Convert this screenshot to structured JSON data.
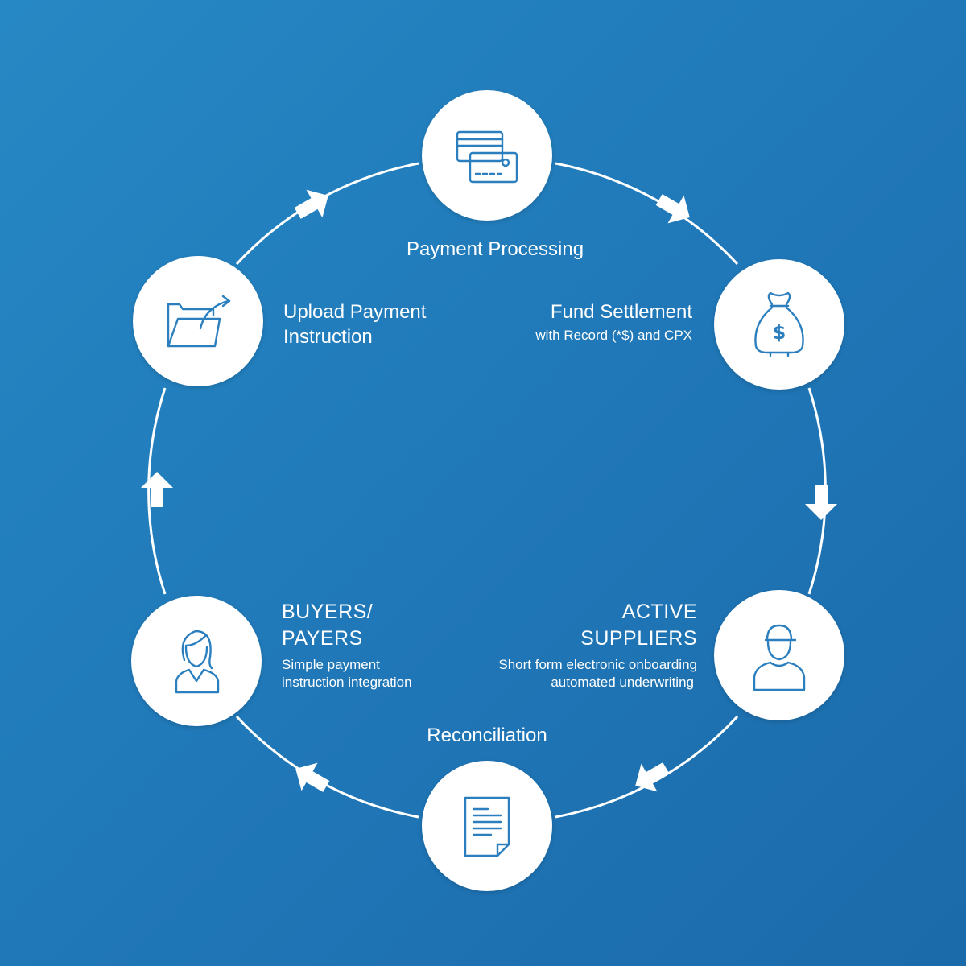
{
  "colors": {
    "background_start": "#2688c4",
    "background_end": "#1b6aaa",
    "accent": "#ffffff",
    "icon": "#2b7fbe"
  },
  "steps": {
    "payment_processing": {
      "icon": "credit-card-icon",
      "title": "Payment Processing"
    },
    "fund_settlement": {
      "icon": "money-bag-icon",
      "title": "Fund Settlement",
      "subtitle": "with Record (*$) and CPX"
    },
    "active_suppliers": {
      "icon": "worker-icon",
      "title_line1": "ACTIVE",
      "title_line2": "SUPPLIERS",
      "subtitle_line1": "Short form electronic onboarding",
      "subtitle_line2": "automated underwriting"
    },
    "reconciliation": {
      "icon": "document-icon",
      "title": "Reconciliation"
    },
    "buyers_payers": {
      "icon": "woman-user-icon",
      "title_line1": "BUYERS/",
      "title_line2": "PAYERS",
      "subtitle_line1": "Simple payment",
      "subtitle_line2": "instruction integration"
    },
    "upload_instruction": {
      "icon": "folder-upload-icon",
      "title_line1": "Upload Payment",
      "title_line2": "Instruction"
    }
  },
  "flow_direction": "clockwise",
  "arrow_icons": [
    "arrow-right-down-icon",
    "arrow-down-icon",
    "arrow-left-down-icon",
    "arrow-left-icon",
    "arrow-up-icon",
    "arrow-right-up-icon"
  ]
}
